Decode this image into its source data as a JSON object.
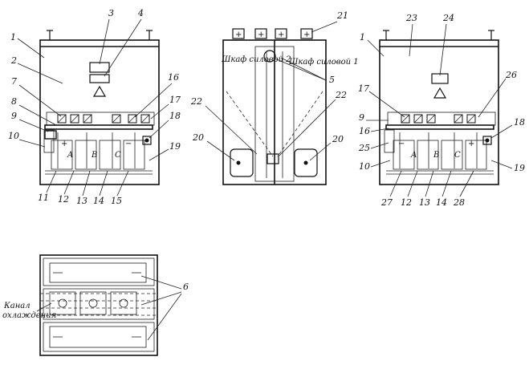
{
  "labels": {
    "n1": "1",
    "n2": "2",
    "n3": "3",
    "n4": "4",
    "n5": "5",
    "n6": "6",
    "n7": "7",
    "n8": "8",
    "n9": "9",
    "n10": "10",
    "n11": "11",
    "n12": "12",
    "n13": "13",
    "n14": "14",
    "n15": "15",
    "n16": "16",
    "n17": "17",
    "n18": "18",
    "n19": "19",
    "n20": "20",
    "n21": "21",
    "n22": "22",
    "n23": "23",
    "n24": "24",
    "n25": "25",
    "n26": "26",
    "n27": "27",
    "n28": "28"
  },
  "captions": {
    "cabinet2": "Шкаф силовой 2",
    "cabinet1": "Шкаф силовой 1",
    "channel_line1": "Канал",
    "channel_line2": "охлаждения"
  },
  "phases": {
    "a": "A",
    "b": "B",
    "c": "C"
  },
  "signs": {
    "plus": "+",
    "minus": "−"
  }
}
